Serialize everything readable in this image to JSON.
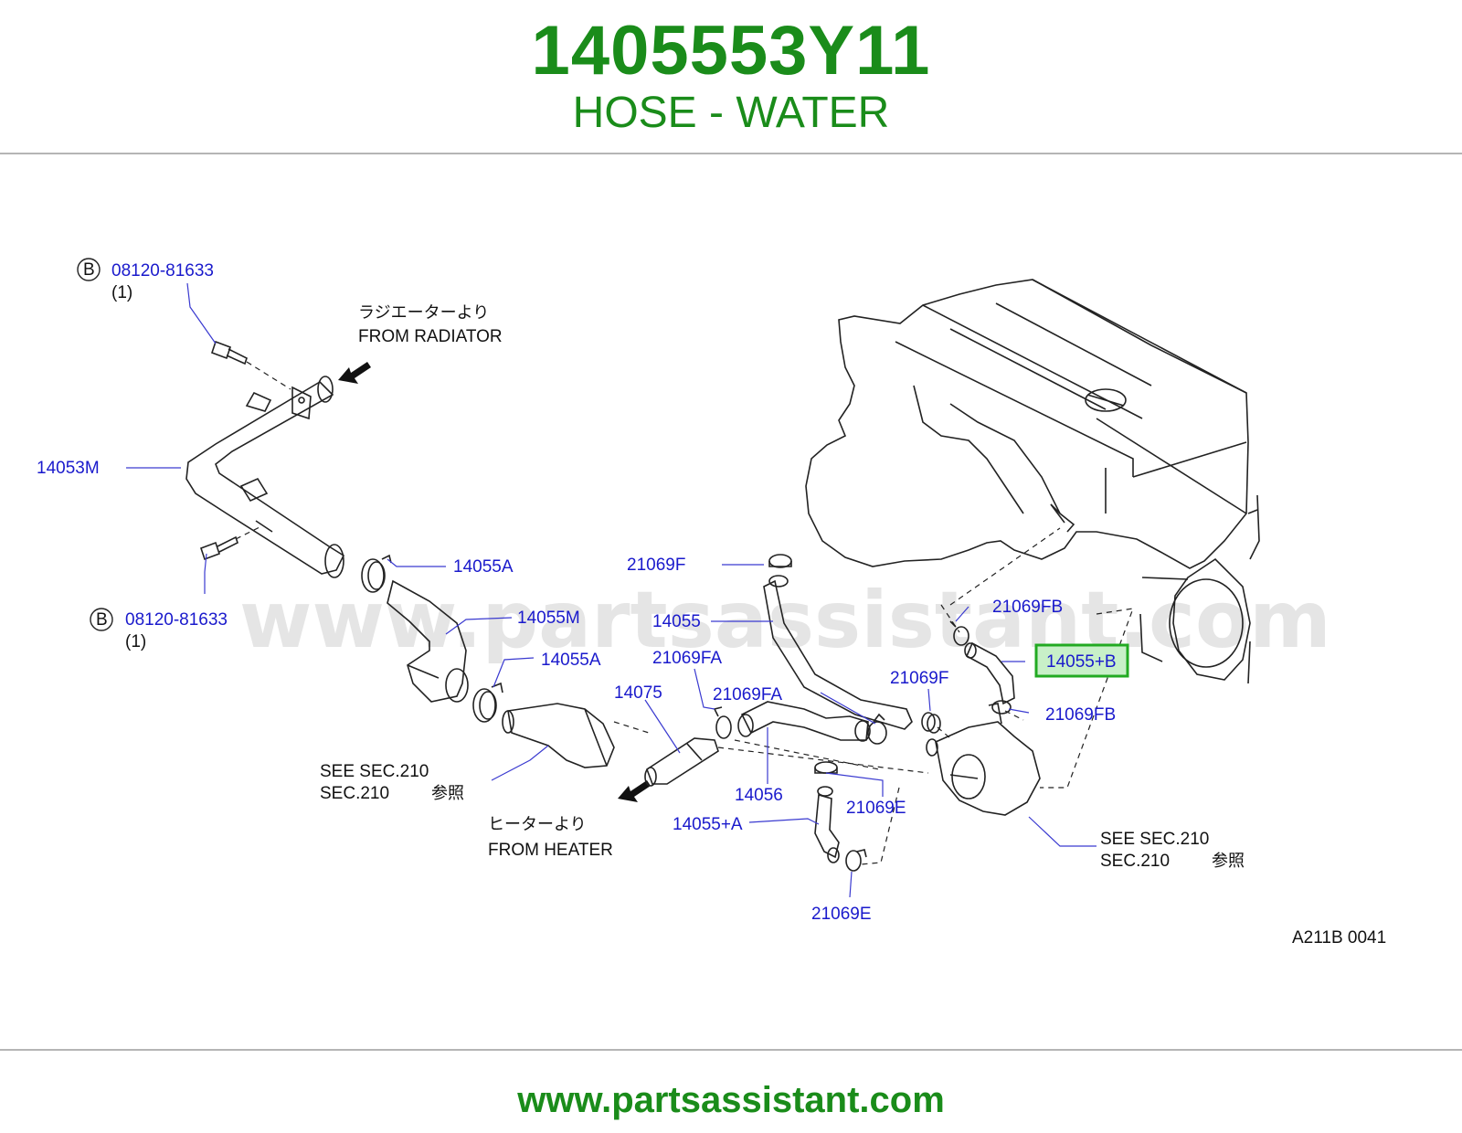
{
  "header": {
    "part_number": "1405553Y11",
    "part_name": "HOSE - WATER"
  },
  "watermark": "www.partsassistant.com",
  "callouts": {
    "bolt_top_num": "08120-81633",
    "bolt_top_qty": "(1)",
    "bolt_bottom_num": "08120-81633",
    "bolt_bottom_qty": "(1)",
    "bolt_marker": "B",
    "pipe": "14053M",
    "clamp_a1": "14055A",
    "hose_m": "14055M",
    "clamp_a2": "14055A",
    "clamp_f_top": "21069F",
    "hose_14055": "14055",
    "clamp_fb_top": "21069FB",
    "hose_b": "14055+B",
    "clamp_fa1": "21069FA",
    "pipe_14075": "14075",
    "clamp_fa2": "21069FA",
    "clamp_f_mid": "21069F",
    "clamp_fb_bot": "21069FB",
    "hose_14056": "14056",
    "clamp_e1": "21069E",
    "hose_a": "14055+A",
    "clamp_e2": "21069E"
  },
  "notes": {
    "radiator_jp": "ラジエーターより",
    "radiator_en": "FROM   RADIATOR",
    "heater_jp": "ヒーターより",
    "heater_en": "FROM   HEATER",
    "see1_line1": "SEE   SEC.210",
    "see1_line2": "SEC.210",
    "see1_jp": "参照",
    "see2_line1": "SEE   SEC.210",
    "see2_line2": "SEC.210",
    "see2_jp": "参照"
  },
  "diagram_code": "A211B   0041",
  "footer": {
    "url": "www.partsassistant.com"
  },
  "colors": {
    "brand_green": "#1a8c1a",
    "callout_blue": "#1a1acc",
    "highlight_box": "#22aa22",
    "highlight_fill": "#c8f0c8"
  }
}
